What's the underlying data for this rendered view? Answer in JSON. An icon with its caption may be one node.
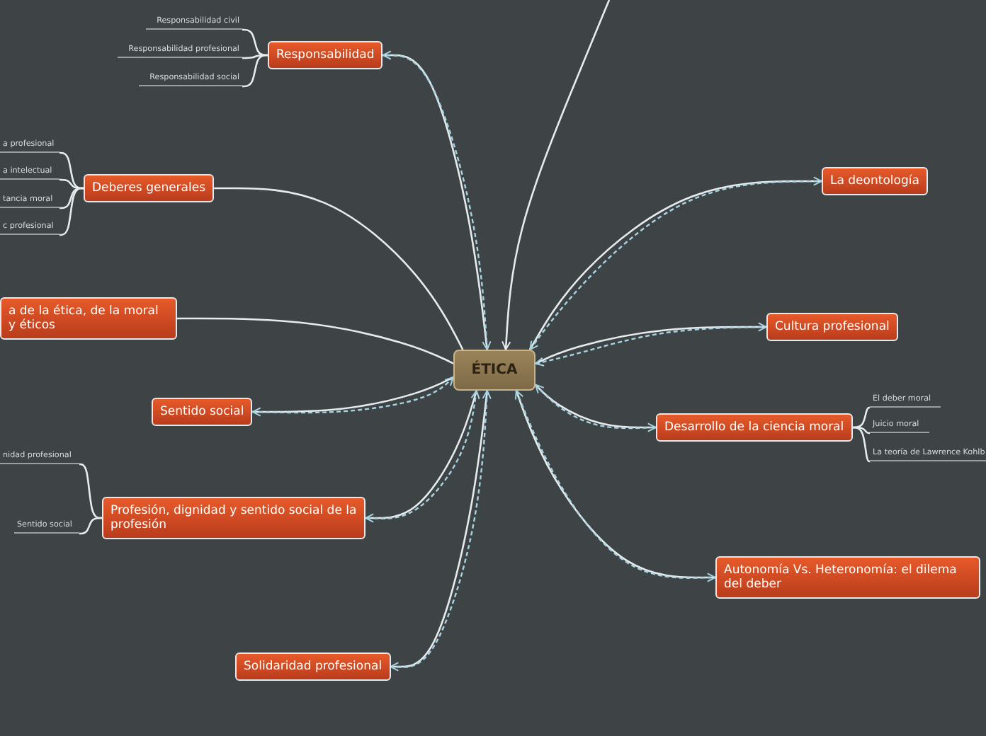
{
  "diagram": {
    "nodes": [
      {
        "text": [
          "ÉTICA"
        ]
      },
      {
        "text": [
          "Responsabilidad"
        ]
      },
      {
        "text": [
          "Deberes generales"
        ]
      },
      {
        "text": [
          "a de la ética, de la moral y éticos"
        ]
      },
      {
        "text": [
          "Sentido social"
        ]
      },
      {
        "text": [
          "Profesión, dignidad y sentido social de la profesión"
        ]
      },
      {
        "text": [
          "Solidaridad profesional"
        ]
      },
      {
        "text": [
          "La deontología"
        ]
      },
      {
        "text": [
          "Cultura profesional"
        ]
      },
      {
        "text": [
          "Desarrollo de la ciencia moral"
        ]
      },
      {
        "text": [
          "Autonomía Vs. Heteronomía: el dilema del deber"
        ]
      },
      {
        "text": [
          "Responsabilidad civil"
        ]
      },
      {
        "text": [
          "Responsabilidad profesional"
        ]
      },
      {
        "text": [
          "Responsabilidad social"
        ]
      },
      {
        "text": [
          "a profesional"
        ]
      },
      {
        "text": [
          "a intelectual"
        ]
      },
      {
        "text": [
          "tancia moral"
        ]
      },
      {
        "text": [
          "c profesional"
        ]
      },
      {
        "text": [
          "nidad profesional"
        ]
      },
      {
        "text": [
          "Sentido social"
        ]
      },
      {
        "text": [
          "El deber moral"
        ]
      },
      {
        "text": [
          "Juicio moral"
        ]
      },
      {
        "text": [
          "La teoría de Lawrence Kohlb"
        ]
      }
    ],
    "edges": [
      {
        "from": 0,
        "to": 1,
        "arrow": "none"
      },
      {
        "from": 0,
        "to": 2,
        "arrow": "none"
      },
      {
        "from": 0,
        "to": 3,
        "arrow": "none"
      },
      {
        "from": 0,
        "to": 4,
        "arrow": "none"
      },
      {
        "from": 0,
        "to": 5,
        "arrow": "none"
      },
      {
        "from": 0,
        "to": 6,
        "arrow": "none"
      },
      {
        "from": 0,
        "to": 7,
        "arrow": "none"
      },
      {
        "from": 0,
        "to": 8,
        "arrow": "none"
      },
      {
        "from": 0,
        "to": 9,
        "arrow": "none"
      },
      {
        "from": 0,
        "to": 10,
        "arrow": "none"
      },
      {
        "from": 0,
        "to": 1,
        "arrow": "both",
        "style": "dashed",
        "color": "#a8d4e2"
      },
      {
        "from": 0,
        "to": 4,
        "arrow": "both",
        "style": "dashed",
        "color": "#a8d4e2"
      },
      {
        "from": 0,
        "to": 5,
        "arrow": "both",
        "style": "dashed",
        "color": "#a8d4e2"
      },
      {
        "from": 0,
        "to": 6,
        "arrow": "both",
        "style": "dashed",
        "color": "#a8d4e2"
      },
      {
        "from": 0,
        "to": 7,
        "arrow": "both",
        "style": "dashed",
        "color": "#a8d4e2"
      },
      {
        "from": 0,
        "to": 8,
        "arrow": "both",
        "style": "dashed",
        "color": "#a8d4e2"
      },
      {
        "from": 0,
        "to": 9,
        "arrow": "both",
        "style": "dashed",
        "color": "#a8d4e2"
      },
      {
        "from": 0,
        "to": 10,
        "arrow": "both",
        "style": "dashed",
        "color": "#a8d4e2"
      },
      {
        "from": null,
        "to": 0,
        "arrow": "to"
      },
      {
        "from": 1,
        "to": 11,
        "arrow": "none"
      },
      {
        "from": 1,
        "to": 12,
        "arrow": "none"
      },
      {
        "from": 1,
        "to": 13,
        "arrow": "none"
      },
      {
        "from": 2,
        "to": 14,
        "arrow": "none"
      },
      {
        "from": 2,
        "to": 15,
        "arrow": "none"
      },
      {
        "from": 2,
        "to": 16,
        "arrow": "none"
      },
      {
        "from": 2,
        "to": 17,
        "arrow": "none"
      },
      {
        "from": 5,
        "to": 18,
        "arrow": "none"
      },
      {
        "from": 5,
        "to": 19,
        "arrow": "none"
      },
      {
        "from": 9,
        "to": 20,
        "arrow": "none"
      },
      {
        "from": 9,
        "to": 21,
        "arrow": "none"
      },
      {
        "from": 9,
        "to": 22,
        "arrow": "none"
      }
    ]
  }
}
